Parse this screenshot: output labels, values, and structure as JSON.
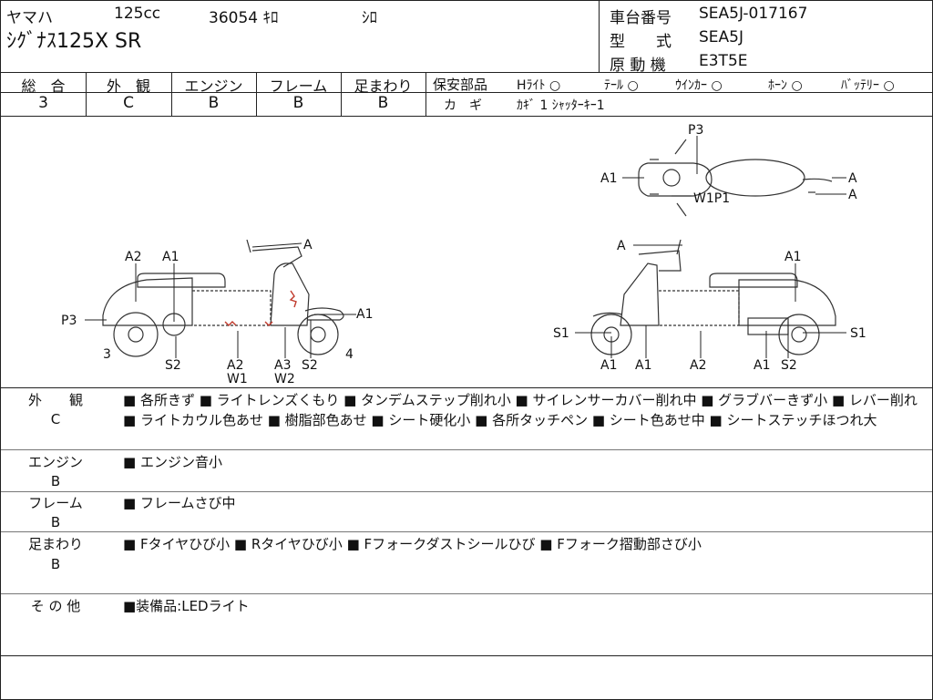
{
  "header": {
    "maker": "ヤマハ",
    "cc": "125cc",
    "mileage": "36054 ｷﾛ",
    "color": "ｼﾛ",
    "model_name": "ｼｸﾞﾅｽ125X SR",
    "frame_no_label": "車台番号",
    "frame_no": "SEA5J-017167",
    "type_label": "型　　式",
    "type": "SEA5J",
    "engine_label": "原 動 機",
    "engine": "E3T5E"
  },
  "grades": {
    "total": {
      "label": "総　合",
      "value": "3"
    },
    "exterior": {
      "label": "外　観",
      "value": "C"
    },
    "engine": {
      "label": "エンジン",
      "value": "B"
    },
    "frame": {
      "label": "フレーム",
      "value": "B"
    },
    "suspension": {
      "label": "足まわり",
      "value": "B"
    }
  },
  "safety": {
    "label": "保安部品",
    "items": [
      {
        "name": "Hﾗｲﾄ",
        "mark": "○"
      },
      {
        "name": "ﾃｰﾙ",
        "mark": "○"
      },
      {
        "name": "ｳｲﾝｶｰ",
        "mark": "○"
      },
      {
        "name": "ﾎｰﾝ",
        "mark": "○"
      },
      {
        "name": "ﾊﾞｯﾃﾘｰ",
        "mark": "○"
      }
    ],
    "key_label": "カ　ギ",
    "key_value": "ｶｷﾞ 1  ｼｬｯﾀｰｷｰ1"
  },
  "diagram_labels": {
    "left": {
      "a2": "A2",
      "a1": "A1",
      "a_top": "A",
      "p3": "P3",
      "a1_right": "A1",
      "n3": "3",
      "n4": "4",
      "s2_left": "S2",
      "a2_bottom": "A2",
      "w1": "W1",
      "a3": "A3",
      "w2": "W2",
      "s2_right": "S2"
    },
    "top": {
      "p3": "P3",
      "a1": "A1",
      "a_right1": "A",
      "a_right2": "A",
      "w1p1": "W1P1"
    },
    "right": {
      "a_top": "A",
      "a1_top": "A1",
      "s1_left": "S1",
      "s1_right": "S1",
      "a1_b1": "A1",
      "a1_b2": "A1",
      "a2_b": "A2",
      "a1_b3": "A1",
      "s2_b": "S2"
    }
  },
  "sections": [
    {
      "label": "外　　観",
      "grade": "C",
      "text": "■ 各所きず ■ ライトレンズくもり ■ タンデムステップ削れ小 ■ サイレンサーカバー削れ中 ■ グラブバーきず小 ■ レバー削れ ■ ライトカウル色あせ ■ 樹脂部色あせ ■ シート硬化小 ■ 各所タッチペン ■ シート色あせ中 ■ シートステッチほつれ大"
    },
    {
      "label": "エンジン",
      "grade": "B",
      "text": "■ エンジン音小"
    },
    {
      "label": "フレーム",
      "grade": "B",
      "text": "■ フレームさび中"
    },
    {
      "label": "足まわり",
      "grade": "B",
      "text": "■ Fタイヤひび小 ■ Rタイヤひび小 ■ Fフォークダストシールひび ■ Fフォーク摺動部さび小"
    },
    {
      "label": "そ の 他",
      "grade": "",
      "text": "■装備品:LEDライト"
    }
  ]
}
